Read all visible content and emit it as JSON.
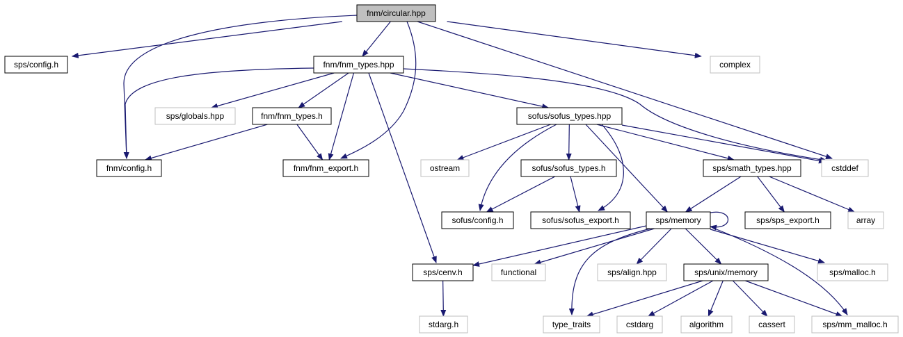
{
  "graph": {
    "nodes": [
      {
        "id": "circular",
        "label": "fnm/circular.hpp",
        "kind": "root"
      },
      {
        "id": "sps_config",
        "label": "sps/config.h",
        "kind": "doc"
      },
      {
        "id": "fnm_types_hpp",
        "label": "fnm/fnm_types.hpp",
        "kind": "doc"
      },
      {
        "id": "complex",
        "label": "complex",
        "kind": "ext"
      },
      {
        "id": "sps_globals",
        "label": "sps/globals.hpp",
        "kind": "ext"
      },
      {
        "id": "fnm_types_h",
        "label": "fnm/fnm_types.h",
        "kind": "doc"
      },
      {
        "id": "sofus_types_hpp",
        "label": "sofus/sofus_types.hpp",
        "kind": "doc"
      },
      {
        "id": "fnm_config",
        "label": "fnm/config.h",
        "kind": "doc"
      },
      {
        "id": "fnm_export",
        "label": "fnm/fnm_export.h",
        "kind": "doc"
      },
      {
        "id": "ostream",
        "label": "ostream",
        "kind": "ext"
      },
      {
        "id": "sofus_types_h",
        "label": "sofus/sofus_types.h",
        "kind": "doc"
      },
      {
        "id": "smath_types",
        "label": "sps/smath_types.hpp",
        "kind": "doc"
      },
      {
        "id": "cstddef",
        "label": "cstddef",
        "kind": "ext"
      },
      {
        "id": "sofus_config",
        "label": "sofus/config.h",
        "kind": "doc"
      },
      {
        "id": "sofus_export",
        "label": "sofus/sofus_export.h",
        "kind": "doc"
      },
      {
        "id": "sps_memory",
        "label": "sps/memory",
        "kind": "doc"
      },
      {
        "id": "sps_export",
        "label": "sps/sps_export.h",
        "kind": "doc"
      },
      {
        "id": "array",
        "label": "array",
        "kind": "ext"
      },
      {
        "id": "sps_cenv",
        "label": "sps/cenv.h",
        "kind": "doc"
      },
      {
        "id": "functional",
        "label": "functional",
        "kind": "ext"
      },
      {
        "id": "sps_align",
        "label": "sps/align.hpp",
        "kind": "ext"
      },
      {
        "id": "sps_unix_memory",
        "label": "sps/unix/memory",
        "kind": "doc"
      },
      {
        "id": "sps_malloc",
        "label": "sps/malloc.h",
        "kind": "ext"
      },
      {
        "id": "stdarg_h",
        "label": "stdarg.h",
        "kind": "ext"
      },
      {
        "id": "type_traits",
        "label": "type_traits",
        "kind": "ext"
      },
      {
        "id": "cstdarg",
        "label": "cstdarg",
        "kind": "ext"
      },
      {
        "id": "algorithm",
        "label": "algorithm",
        "kind": "ext"
      },
      {
        "id": "cassert",
        "label": "cassert",
        "kind": "ext"
      },
      {
        "id": "sps_mm_malloc",
        "label": "sps/mm_malloc.h",
        "kind": "ext"
      }
    ],
    "edges": [
      [
        "circular",
        "sps_config"
      ],
      [
        "circular",
        "fnm_types_hpp"
      ],
      [
        "circular",
        "fnm_config"
      ],
      [
        "circular",
        "fnm_export"
      ],
      [
        "circular",
        "cstddef"
      ],
      [
        "circular",
        "complex"
      ],
      [
        "fnm_types_hpp",
        "fnm_config"
      ],
      [
        "fnm_types_hpp",
        "sps_globals"
      ],
      [
        "fnm_types_hpp",
        "fnm_types_h"
      ],
      [
        "fnm_types_hpp",
        "fnm_export"
      ],
      [
        "fnm_types_hpp",
        "sps_cenv"
      ],
      [
        "fnm_types_hpp",
        "sofus_types_hpp"
      ],
      [
        "fnm_types_hpp",
        "cstddef"
      ],
      [
        "fnm_types_h",
        "fnm_config"
      ],
      [
        "fnm_types_h",
        "fnm_export"
      ],
      [
        "sofus_types_hpp",
        "ostream"
      ],
      [
        "sofus_types_hpp",
        "sofus_config"
      ],
      [
        "sofus_types_hpp",
        "sofus_types_h"
      ],
      [
        "sofus_types_hpp",
        "sofus_export"
      ],
      [
        "sofus_types_hpp",
        "sps_memory"
      ],
      [
        "sofus_types_hpp",
        "smath_types"
      ],
      [
        "sofus_types_hpp",
        "cstddef"
      ],
      [
        "sofus_types_h",
        "sofus_config"
      ],
      [
        "sofus_types_h",
        "sofus_export"
      ],
      [
        "smath_types",
        "sps_memory"
      ],
      [
        "smath_types",
        "sps_export"
      ],
      [
        "smath_types",
        "array"
      ],
      [
        "sps_memory",
        "sps_memory"
      ],
      [
        "sps_memory",
        "sps_cenv"
      ],
      [
        "sps_memory",
        "functional"
      ],
      [
        "sps_memory",
        "sps_align"
      ],
      [
        "sps_memory",
        "sps_unix_memory"
      ],
      [
        "sps_memory",
        "sps_malloc"
      ],
      [
        "sps_memory",
        "type_traits"
      ],
      [
        "sps_memory",
        "sps_mm_malloc"
      ],
      [
        "sps_cenv",
        "stdarg_h"
      ],
      [
        "sps_unix_memory",
        "type_traits"
      ],
      [
        "sps_unix_memory",
        "cstdarg"
      ],
      [
        "sps_unix_memory",
        "algorithm"
      ],
      [
        "sps_unix_memory",
        "cassert"
      ],
      [
        "sps_unix_memory",
        "sps_mm_malloc"
      ]
    ]
  }
}
